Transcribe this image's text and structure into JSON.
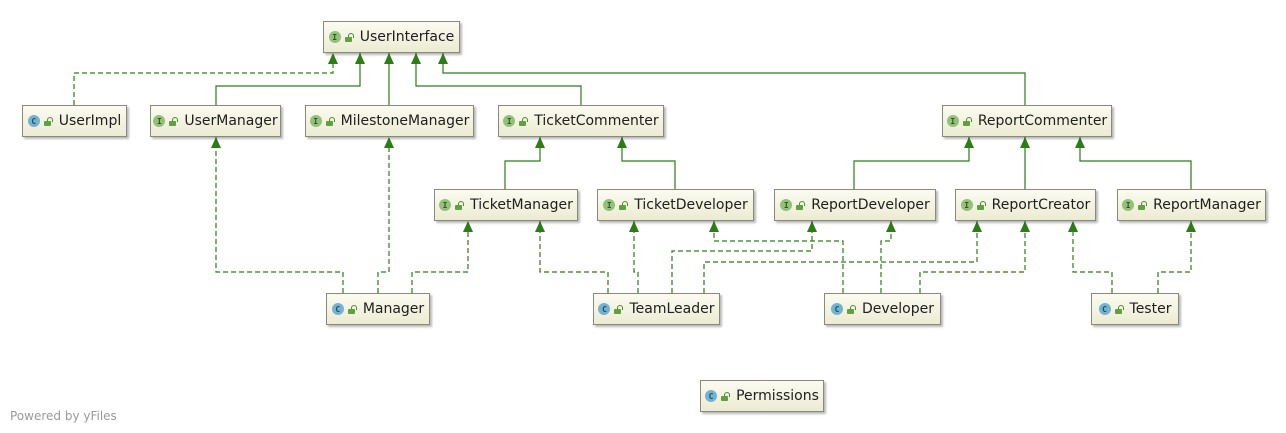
{
  "colors": {
    "edge": "#2b7d14",
    "interface_badge": "#93c07a",
    "class_badge": "#74b3cf"
  },
  "nodes": {
    "user_interface": {
      "label": "UserInterface",
      "kind": "interface"
    },
    "user_impl": {
      "label": "UserImpl",
      "kind": "class"
    },
    "user_manager": {
      "label": "UserManager",
      "kind": "interface"
    },
    "milestone_manager": {
      "label": "MilestoneManager",
      "kind": "interface"
    },
    "ticket_commenter": {
      "label": "TicketCommenter",
      "kind": "interface"
    },
    "report_commenter": {
      "label": "ReportCommenter",
      "kind": "interface"
    },
    "ticket_manager": {
      "label": "TicketManager",
      "kind": "interface"
    },
    "ticket_developer": {
      "label": "TicketDeveloper",
      "kind": "interface"
    },
    "report_developer": {
      "label": "ReportDeveloper",
      "kind": "interface"
    },
    "report_creator": {
      "label": "ReportCreator",
      "kind": "interface"
    },
    "report_manager": {
      "label": "ReportManager",
      "kind": "interface"
    },
    "manager": {
      "label": "Manager",
      "kind": "class"
    },
    "team_leader": {
      "label": "TeamLeader",
      "kind": "class"
    },
    "developer": {
      "label": "Developer",
      "kind": "class"
    },
    "tester": {
      "label": "Tester",
      "kind": "class"
    },
    "permissions": {
      "label": "Permissions",
      "kind": "class"
    }
  },
  "relations": [
    {
      "from": "user_impl",
      "to": "user_interface",
      "type": "implements"
    },
    {
      "from": "user_manager",
      "to": "user_interface",
      "type": "extends"
    },
    {
      "from": "milestone_manager",
      "to": "user_interface",
      "type": "extends"
    },
    {
      "from": "ticket_commenter",
      "to": "user_interface",
      "type": "extends"
    },
    {
      "from": "report_commenter",
      "to": "user_interface",
      "type": "extends"
    },
    {
      "from": "ticket_manager",
      "to": "ticket_commenter",
      "type": "extends"
    },
    {
      "from": "ticket_developer",
      "to": "ticket_commenter",
      "type": "extends"
    },
    {
      "from": "report_developer",
      "to": "report_commenter",
      "type": "extends"
    },
    {
      "from": "report_creator",
      "to": "report_commenter",
      "type": "extends"
    },
    {
      "from": "report_manager",
      "to": "report_commenter",
      "type": "extends"
    },
    {
      "from": "manager",
      "to": "user_manager",
      "type": "implements"
    },
    {
      "from": "manager",
      "to": "milestone_manager",
      "type": "implements"
    },
    {
      "from": "manager",
      "to": "ticket_manager",
      "type": "implements"
    },
    {
      "from": "team_leader",
      "to": "ticket_manager",
      "type": "implements"
    },
    {
      "from": "team_leader",
      "to": "ticket_developer",
      "type": "implements"
    },
    {
      "from": "team_leader",
      "to": "report_developer",
      "type": "implements"
    },
    {
      "from": "team_leader",
      "to": "report_creator",
      "type": "implements"
    },
    {
      "from": "developer",
      "to": "ticket_developer",
      "type": "implements"
    },
    {
      "from": "developer",
      "to": "report_developer",
      "type": "implements"
    },
    {
      "from": "developer",
      "to": "report_creator",
      "type": "implements"
    },
    {
      "from": "tester",
      "to": "report_creator",
      "type": "implements"
    },
    {
      "from": "tester",
      "to": "report_manager",
      "type": "implements"
    }
  ],
  "footer": "Powered by yFiles"
}
